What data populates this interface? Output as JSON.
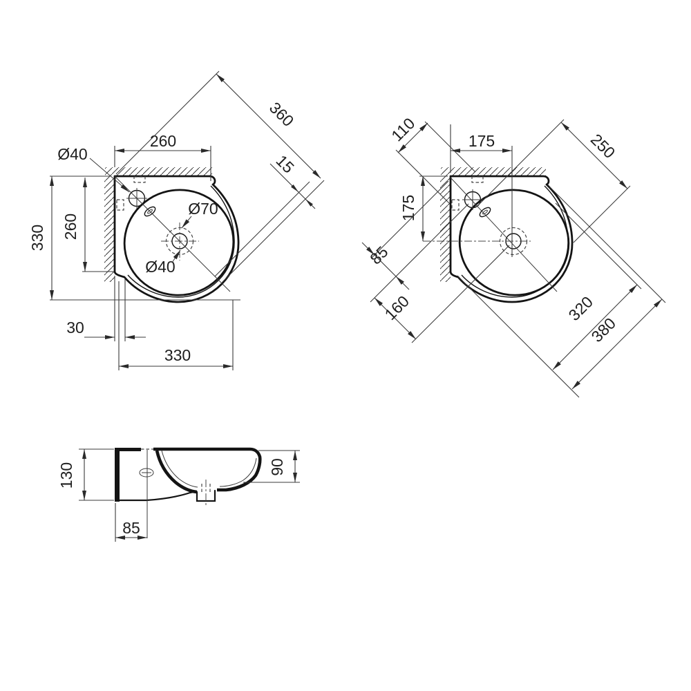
{
  "background": "#ffffff",
  "line_color": "#222222",
  "views": {
    "top": {
      "dims": {
        "width_top": "260",
        "diag_width": "360",
        "rim_step": "15",
        "faucet_hole": "Ø40",
        "depth_inner": "260",
        "depth_total": "330",
        "drain_outer": "Ø70",
        "drain_inner": "Ø40",
        "left_offset": "30",
        "width_total": "330"
      }
    },
    "corner": {
      "dims": {
        "hole_spacing": "110",
        "drain_x": "175",
        "diag_right": "250",
        "drain_y": "175",
        "faucet_diag": "85",
        "drain_diag": "160",
        "diag_inner": "320",
        "diag_total": "380"
      }
    },
    "side": {
      "dims": {
        "height": "130",
        "overflow_offset": "85",
        "front_height": "90"
      }
    }
  }
}
